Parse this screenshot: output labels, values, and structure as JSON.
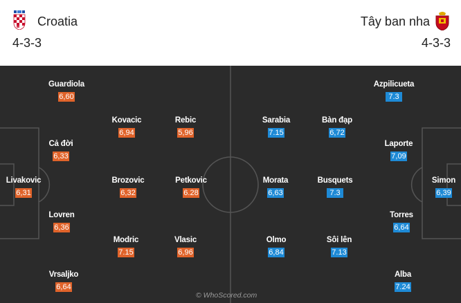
{
  "home": {
    "name": "Croatia",
    "formation": "4-3-3"
  },
  "away": {
    "name": "Tây ban nha",
    "formation": "4-3-3"
  },
  "colors": {
    "home_rating": "#e0632a",
    "away_rating": "#1e8ad6",
    "pitch": "#2b2b2b",
    "lines": "#555555"
  },
  "home_players": [
    {
      "name": "Guardiola",
      "rating": "6,60"
    },
    {
      "name": "Cả đời",
      "rating": "6,33"
    },
    {
      "name": "Livakovic",
      "rating": "6,31"
    },
    {
      "name": "Lovren",
      "rating": "6,36"
    },
    {
      "name": "Vrsaljko",
      "rating": "6,64"
    },
    {
      "name": "Kovacic",
      "rating": "6,94"
    },
    {
      "name": "Brozovic",
      "rating": "6,32"
    },
    {
      "name": "Modric",
      "rating": "7.15"
    },
    {
      "name": "Rebic",
      "rating": "5,96"
    },
    {
      "name": "Petkovic",
      "rating": "6.28"
    },
    {
      "name": "Vlasic",
      "rating": "6,96"
    }
  ],
  "away_players": [
    {
      "name": "Sarabia",
      "rating": "7.15"
    },
    {
      "name": "Morata",
      "rating": "6,63"
    },
    {
      "name": "Olmo",
      "rating": "6,84"
    },
    {
      "name": "Bàn đạp",
      "rating": "6,72"
    },
    {
      "name": "Busquets",
      "rating": "7.3"
    },
    {
      "name": "Sôi lên",
      "rating": "7.13"
    },
    {
      "name": "Azpilicueta",
      "rating": "7.3"
    },
    {
      "name": "Laporte",
      "rating": "7,09"
    },
    {
      "name": "Simon",
      "rating": "6,39"
    },
    {
      "name": "Torres",
      "rating": "6,64"
    },
    {
      "name": "Alba",
      "rating": "7.24"
    }
  ],
  "watermark": "© WhoScored.com"
}
